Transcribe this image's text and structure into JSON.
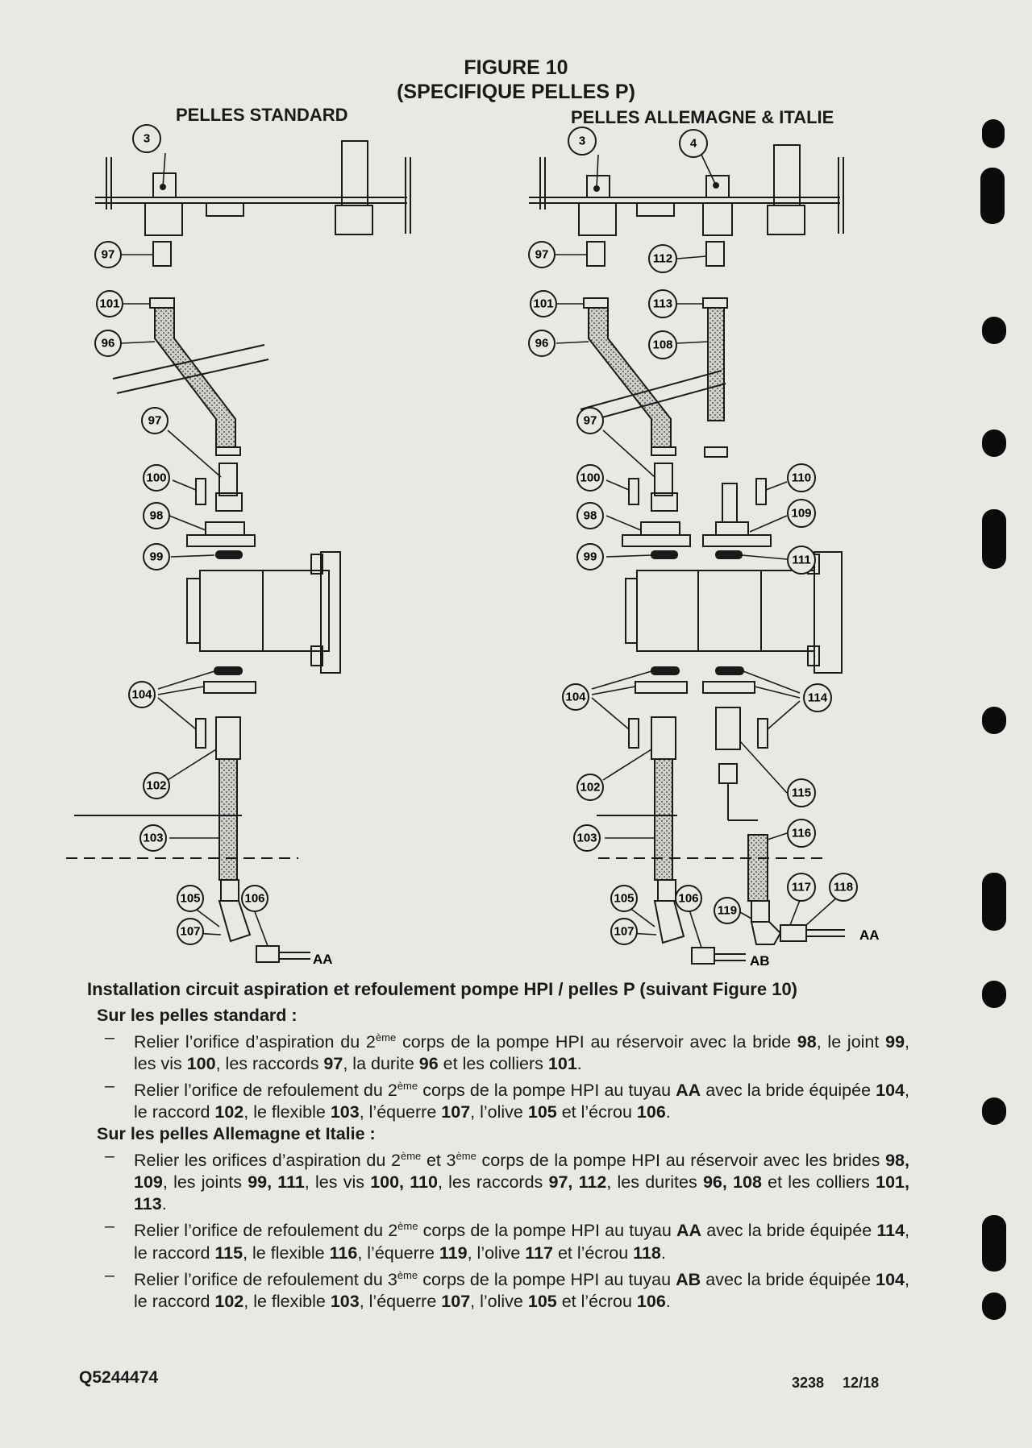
{
  "figure": {
    "title": "FIGURE 10",
    "subtitle": "(SPECIFIQUE PELLES P)",
    "left_title": "PELLES STANDARD",
    "right_title": "PELLES ALLEMAGNE & ITALIE"
  },
  "callouts_left": [
    "3",
    "97",
    "101",
    "96",
    "97",
    "100",
    "98",
    "99",
    "104",
    "102",
    "103",
    "105",
    "106",
    "107"
  ],
  "callouts_right": [
    "3",
    "4",
    "97",
    "112",
    "101",
    "113",
    "96",
    "108",
    "97",
    "100",
    "110",
    "98",
    "109",
    "99",
    "111",
    "104",
    "114",
    "102",
    "115",
    "103",
    "116",
    "105",
    "106",
    "117",
    "118",
    "119",
    "107"
  ],
  "pipe_labels": {
    "left_aa": "AA",
    "right_aa": "AA",
    "right_ab": "AB"
  },
  "instructions": {
    "heading": "Installation circuit aspiration et refoulement pompe HPI / pelles P (suivant Figure 10)",
    "sections": [
      {
        "title": "Sur les pelles standard :",
        "items": [
          [
            {
              "t": "Relier l’orifice d’aspiration du 2"
            },
            {
              "t": "ème",
              "sup": true
            },
            {
              "t": " corps de la pompe HPI au réservoir avec la bride "
            },
            {
              "t": "98",
              "b": true
            },
            {
              "t": ", le joint "
            },
            {
              "t": "99",
              "b": true
            },
            {
              "t": ", les vis "
            },
            {
              "t": "100",
              "b": true
            },
            {
              "t": ", les raccords "
            },
            {
              "t": "97",
              "b": true
            },
            {
              "t": ", la durite "
            },
            {
              "t": "96",
              "b": true
            },
            {
              "t": " et les colliers "
            },
            {
              "t": "101",
              "b": true
            },
            {
              "t": "."
            }
          ],
          [
            {
              "t": "Relier l’orifice de refoulement du 2"
            },
            {
              "t": "ème",
              "sup": true
            },
            {
              "t": " corps de la pompe HPI au tuyau "
            },
            {
              "t": "AA",
              "b": true
            },
            {
              "t": " avec la bride équipée "
            },
            {
              "t": "104",
              "b": true
            },
            {
              "t": ", le raccord "
            },
            {
              "t": "102",
              "b": true
            },
            {
              "t": ", le flexible "
            },
            {
              "t": "103",
              "b": true
            },
            {
              "t": ", l’équerre "
            },
            {
              "t": "107",
              "b": true
            },
            {
              "t": ", l’olive "
            },
            {
              "t": "105",
              "b": true
            },
            {
              "t": " et l’écrou "
            },
            {
              "t": "106",
              "b": true
            },
            {
              "t": "."
            }
          ]
        ]
      },
      {
        "title": "Sur les pelles Allemagne et Italie :",
        "items": [
          [
            {
              "t": "Relier les orifices d’aspiration du 2"
            },
            {
              "t": "ème",
              "sup": true
            },
            {
              "t": " et 3"
            },
            {
              "t": "ème",
              "sup": true
            },
            {
              "t": " corps de la pompe HPI au réservoir avec les brides "
            },
            {
              "t": "98, 109",
              "b": true
            },
            {
              "t": ", les joints "
            },
            {
              "t": "99, 111",
              "b": true
            },
            {
              "t": ", les vis "
            },
            {
              "t": "100, 110",
              "b": true
            },
            {
              "t": ", les raccords "
            },
            {
              "t": "97, 112",
              "b": true
            },
            {
              "t": ", les durites "
            },
            {
              "t": "96, 108",
              "b": true
            },
            {
              "t": " et les colliers "
            },
            {
              "t": "101, 113",
              "b": true
            },
            {
              "t": "."
            }
          ],
          [
            {
              "t": "Relier l’orifice de refoulement du 2"
            },
            {
              "t": "ème",
              "sup": true
            },
            {
              "t": " corps de la pompe HPI au tuyau "
            },
            {
              "t": "AA",
              "b": true
            },
            {
              "t": " avec la bride équipée "
            },
            {
              "t": "114",
              "b": true
            },
            {
              "t": ", le raccord "
            },
            {
              "t": "115",
              "b": true
            },
            {
              "t": ", le flexible "
            },
            {
              "t": "116",
              "b": true
            },
            {
              "t": ", l’équerre "
            },
            {
              "t": "119",
              "b": true
            },
            {
              "t": ", l’olive "
            },
            {
              "t": "117",
              "b": true
            },
            {
              "t": " et l’écrou "
            },
            {
              "t": "118",
              "b": true
            },
            {
              "t": "."
            }
          ],
          [
            {
              "t": "Relier l’orifice de refoulement du 3"
            },
            {
              "t": "ème",
              "sup": true
            },
            {
              "t": " corps de la pompe HPI au tuyau "
            },
            {
              "t": "AB",
              "b": true
            },
            {
              "t": " avec la bride équipée "
            },
            {
              "t": "104",
              "b": true
            },
            {
              "t": ", le raccord "
            },
            {
              "t": "102",
              "b": true
            },
            {
              "t": ", le flexible "
            },
            {
              "t": "103",
              "b": true
            },
            {
              "t": ", l’équerre "
            },
            {
              "t": "107",
              "b": true
            },
            {
              "t": ", l’olive "
            },
            {
              "t": "105",
              "b": true
            },
            {
              "t": " et l’écrou "
            },
            {
              "t": "106",
              "b": true
            },
            {
              "t": "."
            }
          ]
        ]
      }
    ]
  },
  "footer": {
    "doc_code": "Q5244474",
    "page_ref": "3238 12/18"
  }
}
